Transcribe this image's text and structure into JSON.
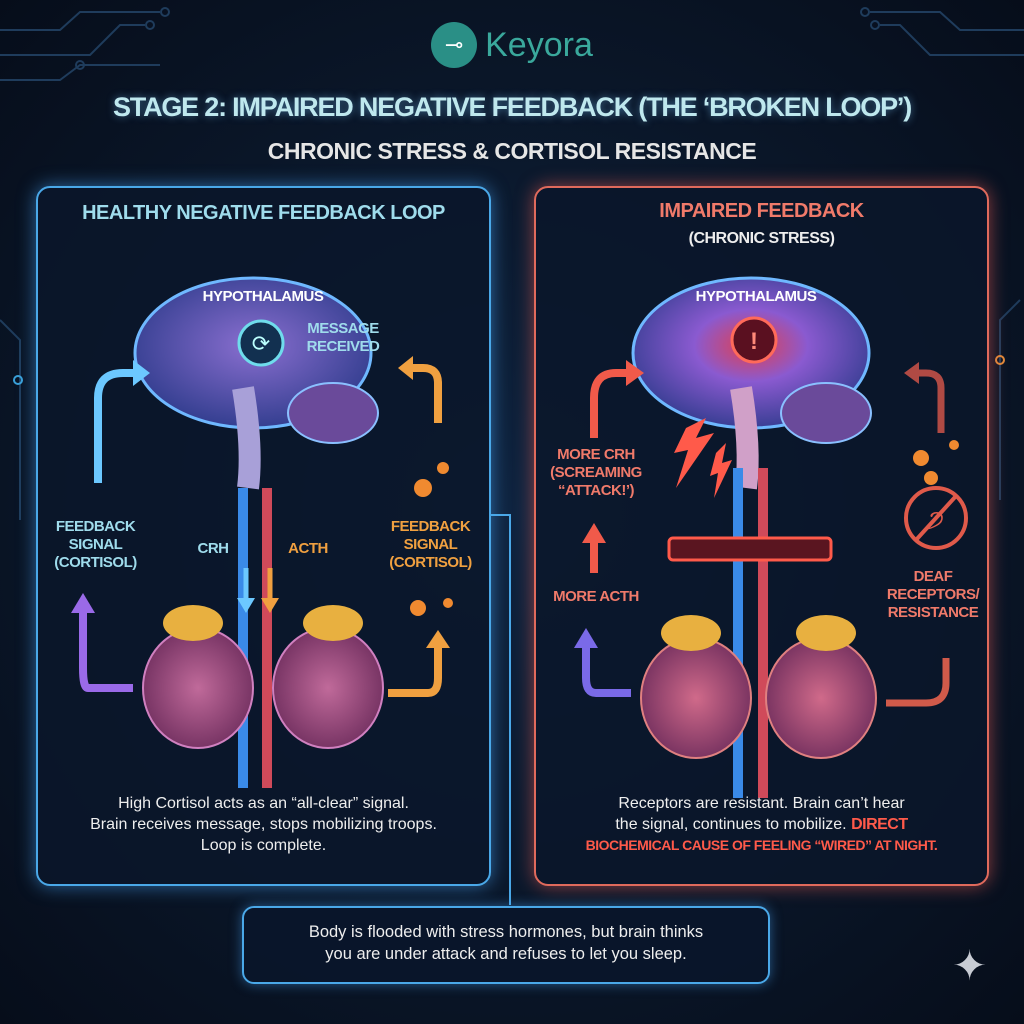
{
  "logo": {
    "icon": "key-icon",
    "text": "Keyora",
    "color": "#2a8f86"
  },
  "title": "STAGE 2: IMPAIRED NEGATIVE FEEDBACK (THE ‘BROKEN LOOP’)",
  "subtitle": "CHRONIC STRESS & CORTISOL RESISTANCE",
  "left": {
    "title": "HEALTHY NEGATIVE FEEDBACK LOOP",
    "hypothalamus": "HYPOTHALAMUS",
    "message": "MESSAGE RECEIVED",
    "feedback_left": [
      "FEEDBACK",
      "SIGNAL",
      "(CORTISOL)"
    ],
    "feedback_right": [
      "FEEDBACK",
      "SIGNAL",
      "(CORTISOL)"
    ],
    "crh": "CRH",
    "acth": "ACTH",
    "description": [
      "High Cortisol acts as an “all-clear” signal.",
      "Brain receives message, stops mobilizing troops.",
      "Loop is complete."
    ],
    "accent": "#4aa8e8"
  },
  "right": {
    "title": "IMPAIRED FEEDBACK",
    "title_sub": "(CHRONIC STRESS)",
    "hypothalamus": "HYPOTHALAMUS",
    "more_crh": [
      "MORE CRH",
      "(SCREAMING",
      "“ATTACK!’)"
    ],
    "more_acth": "MORE ACTH",
    "deaf": [
      "DEAF",
      "RECEPTORS/",
      "RESISTANCE"
    ],
    "description": [
      "Receptors are resistant. Brain can’t hear",
      "the signal, continues to mobilize."
    ],
    "description_highlight": [
      "DIRECT",
      "BIOCHEMICAL CAUSE OF FEELING “WIRED” AT NIGHT."
    ],
    "accent": "#e06a5c"
  },
  "bottom": [
    "Body is flooded with stress hormones, but brain thinks",
    "you are under attack and refuses to let you sleep."
  ]
}
